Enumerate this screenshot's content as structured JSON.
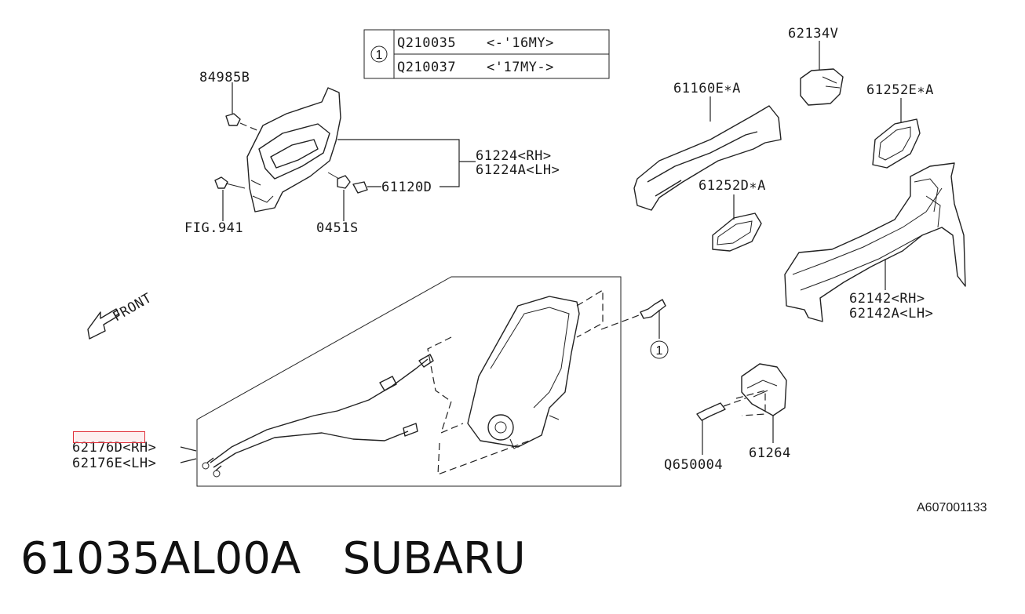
{
  "table": {
    "callout": "1",
    "rows": [
      {
        "part": "Q210035",
        "years": "<-'16MY>"
      },
      {
        "part": "Q210037",
        "years": "<'17MY->"
      }
    ]
  },
  "labels": {
    "p84985B": "84985B",
    "p61224rh": "61224<RH>",
    "p61224lh": "61224A<LH>",
    "p61120D": "61120D",
    "fig941": "FIG.941",
    "p0451S": "0451S",
    "p62134V": "62134V",
    "p61160E": "61160E∗A",
    "p61252E": "61252E∗A",
    "p61252D": "61252D∗A",
    "p62142rh": "62142<RH>",
    "p62142lh": "62142A<LH>",
    "front": "FRONT",
    "callout1": "1",
    "p62176rh": "62176D<RH>",
    "p62176lh": "62176E<LH>",
    "pQ650004": "Q650004",
    "p61264": "61264",
    "ref": "A607001133"
  },
  "footer": {
    "part_number": "61035AL00A",
    "brand": "SUBARU"
  },
  "colors": {
    "highlight": "#e0303a",
    "ink": "#222222"
  }
}
